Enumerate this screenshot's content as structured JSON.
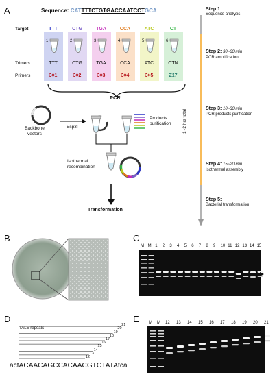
{
  "panelA": {
    "letter": "A",
    "sequence_label": "Sequence:",
    "sequence_prefix": "CAT",
    "sequence_core": "TTTCTGTGACCAATCCT",
    "sequence_suffix": "GCA",
    "row_labels": {
      "target": "Target",
      "trimers": "Trimers",
      "primers": "Primers"
    },
    "columns": [
      {
        "num": "1",
        "target": "TTT",
        "trimer": "TTT",
        "primer": "3×1",
        "color": "#2a35c8",
        "bg": "#cfd4f2"
      },
      {
        "num": "2",
        "target": "CTG",
        "trimer": "CTG",
        "primer": "3×2",
        "color": "#7a5ec8",
        "bg": "#e1d8f3"
      },
      {
        "num": "3",
        "target": "TGA",
        "trimer": "TGA",
        "primer": "3×3",
        "color": "#c22ab8",
        "bg": "#f4cfee"
      },
      {
        "num": "4",
        "target": "CCA",
        "trimer": "CCA",
        "primer": "3×4",
        "color": "#e07a1a",
        "bg": "#fbe0c8"
      },
      {
        "num": "5",
        "target": "ATC",
        "trimer": "ATC",
        "primer": "3×5",
        "color": "#b8c81e",
        "bg": "#f2f5c8"
      },
      {
        "num": "6",
        "target": "CT",
        "trimer": "CTN",
        "primer": "Z17",
        "color": "#3ab84a",
        "bg": "#d6f0d8"
      }
    ],
    "pcr": "PCR",
    "backbone": "Backbone\nvectors",
    "esp3i": "Esp3I",
    "products": "Products\npurification",
    "isothermal": "Isothermal\nrecombination",
    "transformation": "Transformation",
    "total": "1~2 hrs total",
    "steps": [
      {
        "title": "Step 1:",
        "time": "",
        "desc": "Sequence analysis"
      },
      {
        "title": "Step 2:",
        "time": "30~60 min",
        "desc": "PCR amplification"
      },
      {
        "title": "Step 3:",
        "time": "10~30 min",
        "desc": "PCR products purification"
      },
      {
        "title": "Step 4:",
        "time": "15~20 min",
        "desc": "Isothermal assembly"
      },
      {
        "title": "Step 5:",
        "time": "",
        "desc": "Bacterial transformation"
      }
    ]
  },
  "panelB": {
    "letter": "B"
  },
  "panelC": {
    "letter": "C",
    "lanes": [
      "M",
      "M",
      "1",
      "2",
      "3",
      "4",
      "5",
      "6",
      "7",
      "8",
      "9",
      "10",
      "11",
      "12",
      "13",
      "14",
      "15"
    ]
  },
  "panelD": {
    "letter": "D",
    "title": "TALE repeats",
    "repeats": [
      "12",
      "13",
      "14",
      "15",
      "16",
      "17",
      "18",
      "19",
      "20",
      "21"
    ],
    "sequence": "actACAACAGCCACAACGTCTATAtca"
  },
  "panelE": {
    "letter": "E",
    "lanes": [
      "M",
      "M",
      "12",
      "13",
      "14",
      "15",
      "16",
      "17",
      "18",
      "19",
      "20",
      "21"
    ]
  },
  "colors": {
    "arrow_orange": "#f5a623",
    "arrow_grey": "#9a9a9a",
    "primer_red": "#b5121b",
    "z17_teal": "#2a7f6f"
  }
}
